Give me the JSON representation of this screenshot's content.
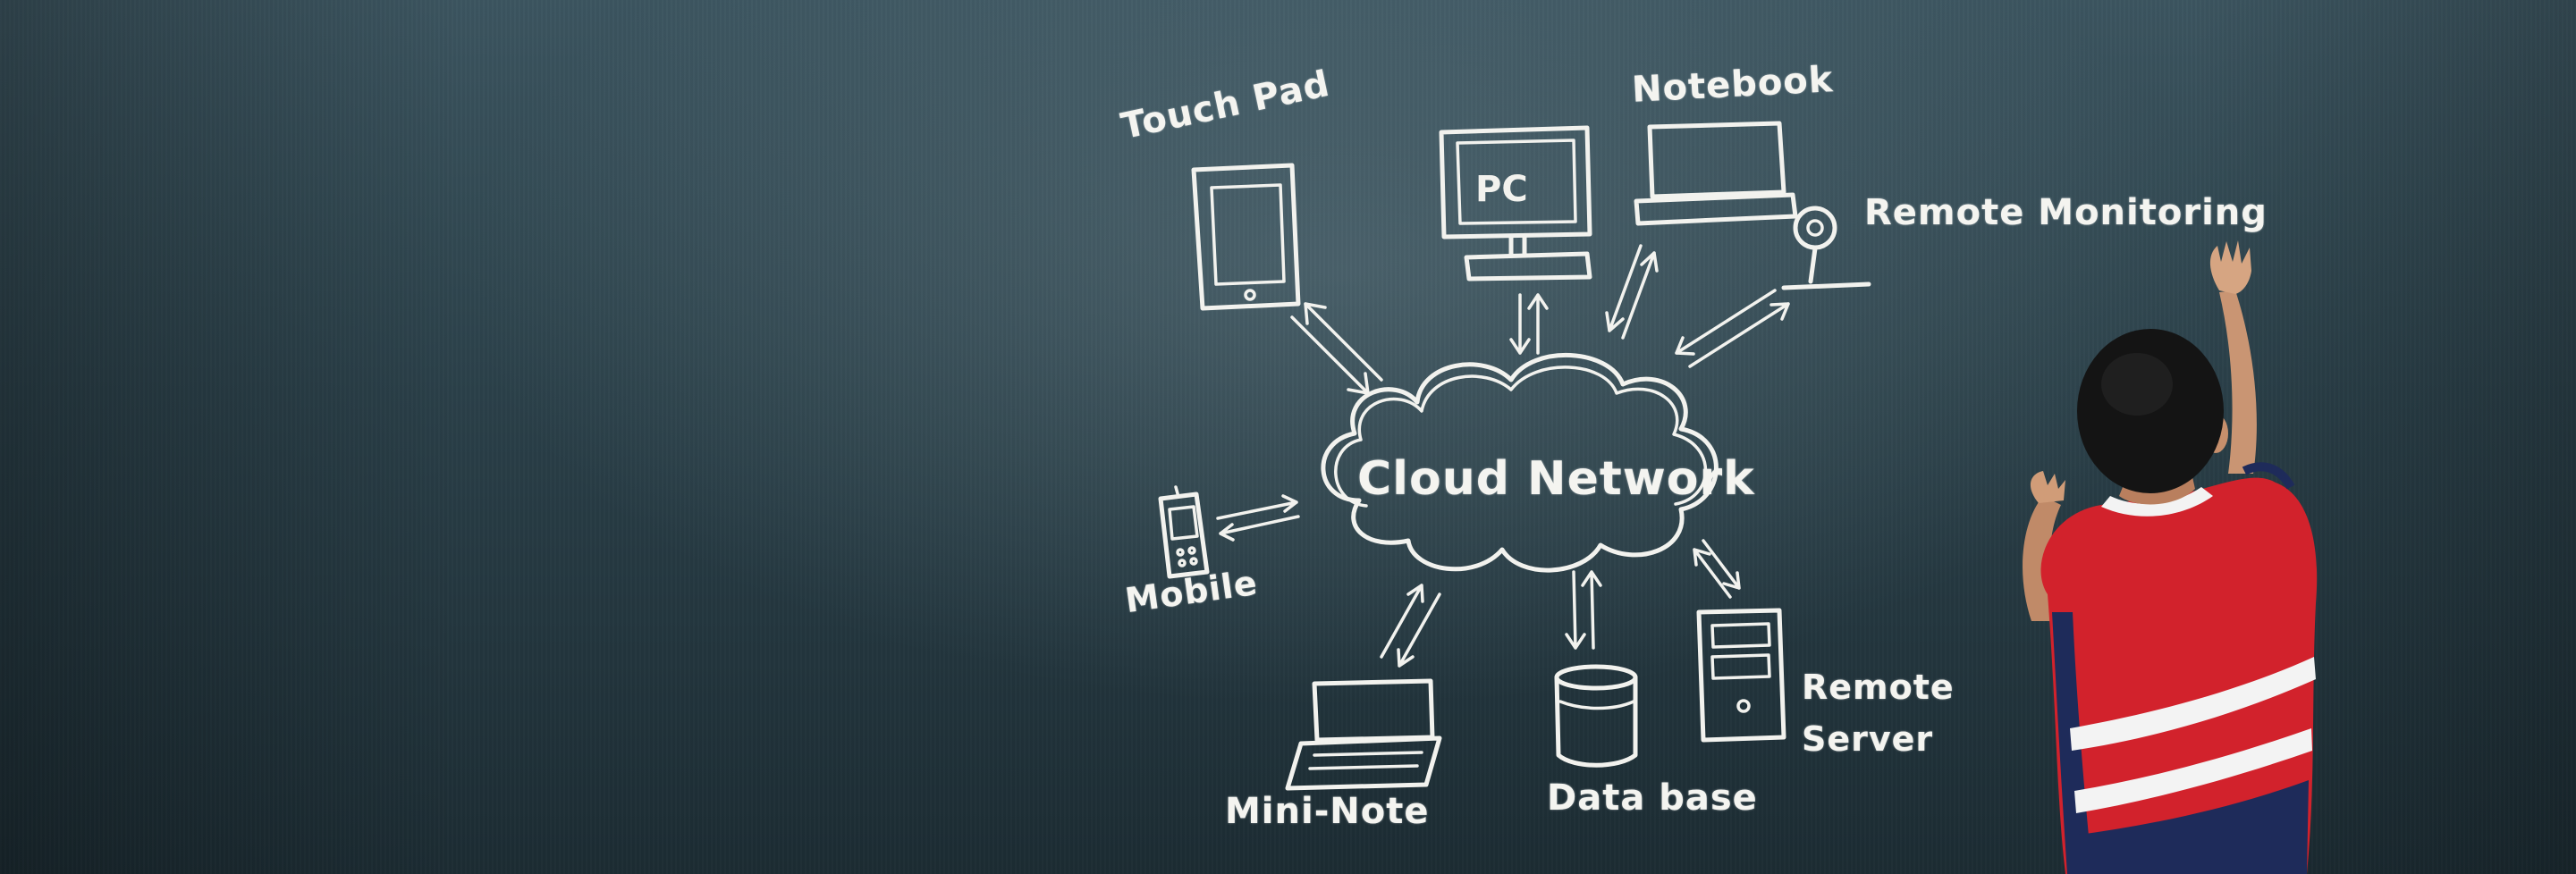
{
  "scene": {
    "description_labels": {
      "touch_pad": "Touch Pad",
      "pc": "PC",
      "notebook": "Notebook",
      "remote_monitoring": "Remote Monitoring",
      "cloud_network": "Cloud Network",
      "mobile": "Mobile",
      "remote_server_line1": "Remote",
      "remote_server_line2": "Server",
      "mini_note": "Mini-Note",
      "data_base": "Data base"
    },
    "colors": {
      "chalkboard": "#2b4049",
      "chalk": "#f2f2ee",
      "shirt_red": "#d2222c",
      "shirt_navy": "#1e2b5a"
    }
  }
}
